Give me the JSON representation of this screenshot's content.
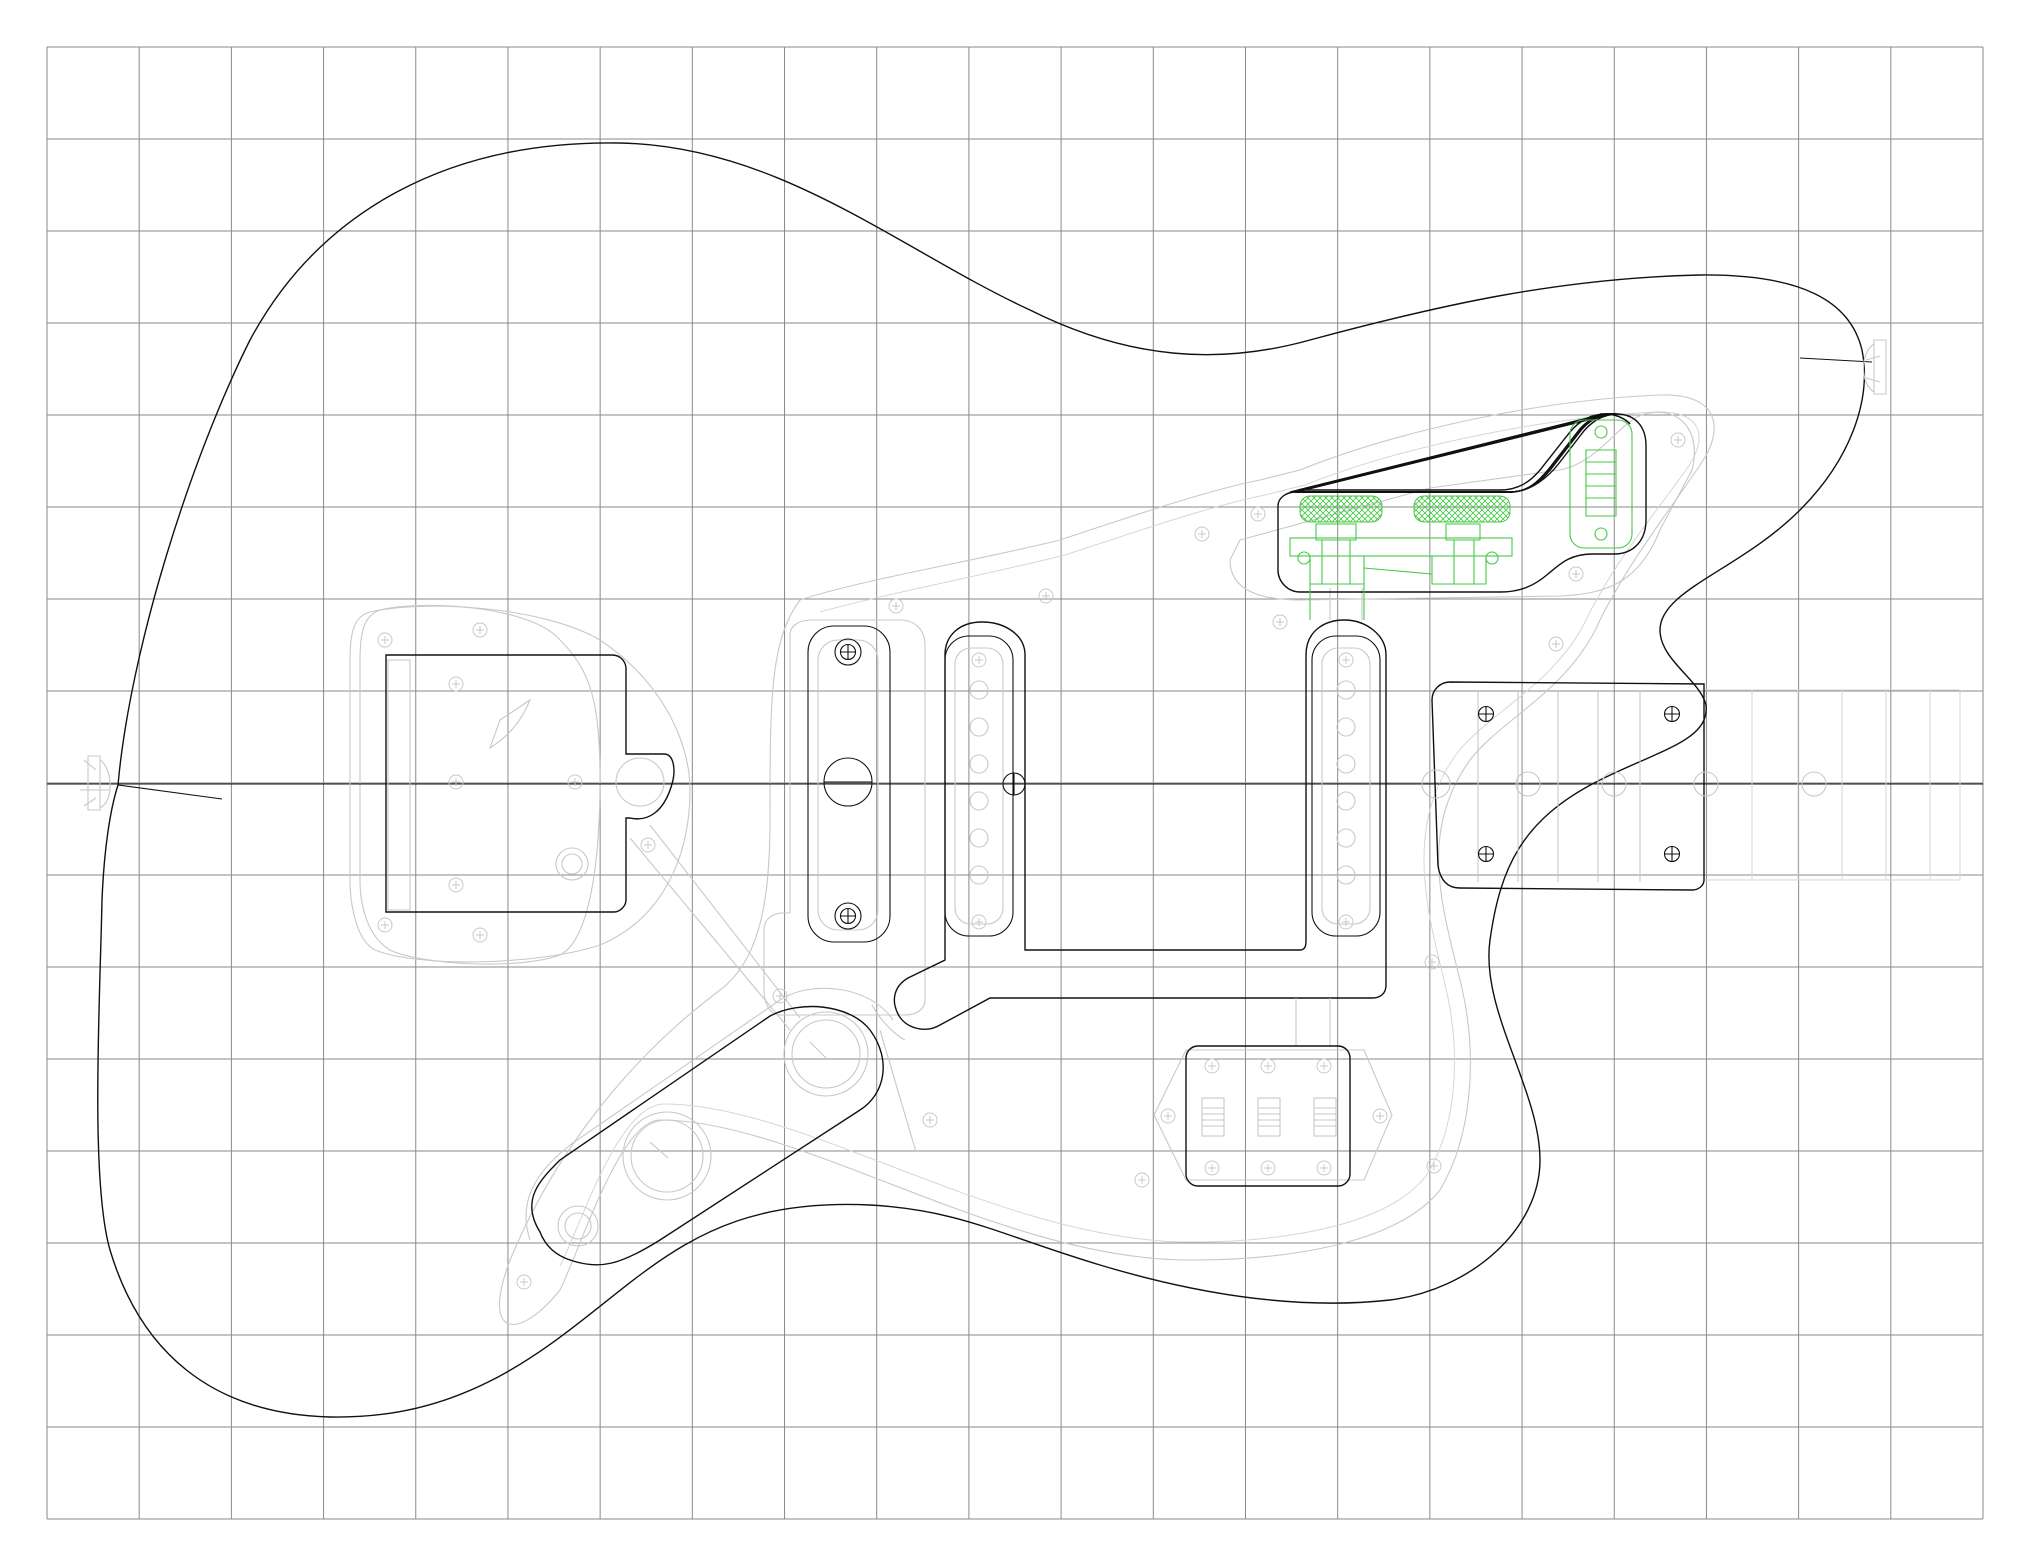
{
  "drawing": {
    "grid_columns": 21,
    "grid_rows": 16,
    "ink_color": "#111111",
    "grid_color": "#8a8a8a",
    "guide_color": "#c8c8c8",
    "bridge_color": "#45c845"
  },
  "hardware": {
    "tremolo_plate": "tremolo-plate",
    "neck_pickup": "single-coil-pickup",
    "bridge_pickup": "single-coil-pickup",
    "switch_plate": "three-slide-switch-plate",
    "control_plate": "knob-and-jack-plate",
    "neck_plate": "four-bolt-neck-plate",
    "bridge": "floating-bridge"
  }
}
